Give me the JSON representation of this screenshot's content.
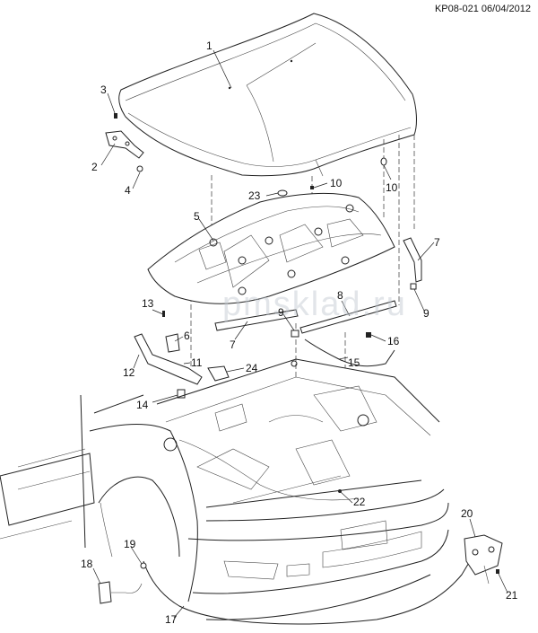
{
  "header": {
    "code": "KP08-021 06/04/2012"
  },
  "watermark": {
    "text": "pmsklad.ru"
  },
  "callouts": [
    {
      "id": "c1",
      "label": "1"
    },
    {
      "id": "c2",
      "label": "2"
    },
    {
      "id": "c3",
      "label": "3"
    },
    {
      "id": "c4",
      "label": "4"
    },
    {
      "id": "c5",
      "label": "5"
    },
    {
      "id": "c6",
      "label": "6"
    },
    {
      "id": "c7a",
      "label": "7"
    },
    {
      "id": "c7b",
      "label": "7"
    },
    {
      "id": "c8",
      "label": "8"
    },
    {
      "id": "c9a",
      "label": "9"
    },
    {
      "id": "c9b",
      "label": "9"
    },
    {
      "id": "c10a",
      "label": "10"
    },
    {
      "id": "c10b",
      "label": "10"
    },
    {
      "id": "c11",
      "label": "11"
    },
    {
      "id": "c12",
      "label": "12"
    },
    {
      "id": "c13",
      "label": "13"
    },
    {
      "id": "c14",
      "label": "14"
    },
    {
      "id": "c15",
      "label": "15"
    },
    {
      "id": "c16",
      "label": "16"
    },
    {
      "id": "c17",
      "label": "17"
    },
    {
      "id": "c18",
      "label": "18"
    },
    {
      "id": "c19",
      "label": "19"
    },
    {
      "id": "c20",
      "label": "20"
    },
    {
      "id": "c21",
      "label": "21"
    },
    {
      "id": "c22",
      "label": "22"
    },
    {
      "id": "c23",
      "label": "23"
    },
    {
      "id": "c24",
      "label": "24"
    }
  ]
}
